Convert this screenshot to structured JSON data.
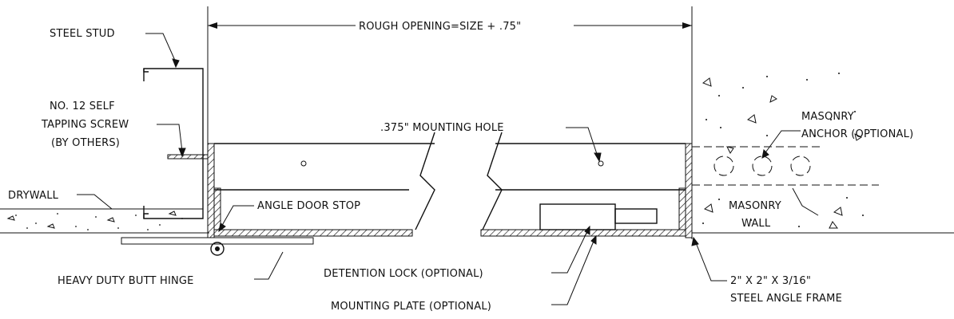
{
  "labels": {
    "steel_stud": "STEEL STUD",
    "rough_opening": "ROUGH OPENING=SIZE + .75\"",
    "screw_line1": "NO. 12 SELF",
    "screw_line2": "TAPPING SCREW",
    "screw_line3": "(BY OTHERS)",
    "mounting_hole": ".375\" MOUNTING HOLE",
    "masonry_anchor_line1": "MASONRY",
    "masonry_anchor_line2": "ANCHOR (OPTIONAL)",
    "drywall": "DRYWALL",
    "angle_door_stop": "ANGLE DOOR STOP",
    "masonry_wall_line1": "MASONRY",
    "masonry_wall_line2": "WALL",
    "hinge": "HEAVY DUTY BUTT HINGE",
    "detention_lock": "DETENTION LOCK (OPTIONAL)",
    "angle_frame_line1": "2\" X 2\" X 3/16\"",
    "angle_frame_line2": "STEEL ANGLE FRAME",
    "mounting_plate": "MOUNTING PLATE (OPTIONAL)"
  }
}
